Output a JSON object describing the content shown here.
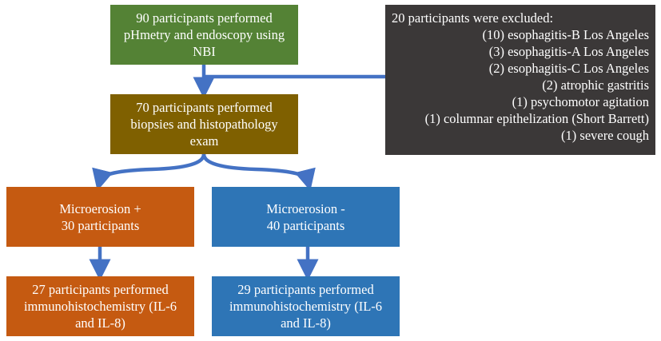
{
  "start": {
    "lines": [
      "90 participants performed",
      "pHmetry and endoscopy using",
      "NBI"
    ]
  },
  "biopsy": {
    "lines": [
      "70 participants performed",
      "biopsies and histopathology",
      "exam"
    ]
  },
  "excluded": {
    "title": "20 participants were excluded:",
    "items": [
      "(10) esophagitis-B Los Angeles",
      "(3) esophagitis-A Los Angeles",
      "(2) esophagitis-C Los Angeles",
      "(2) atrophic gastritis",
      "(1) psychomotor agitation",
      "(1) columnar epithelization (Short Barrett)",
      "(1) severe cough"
    ]
  },
  "positive": {
    "lines": [
      "Microerosion +",
      "30 participants"
    ]
  },
  "negative": {
    "lines": [
      "Microerosion -",
      "40 participants"
    ]
  },
  "positive_ihc": {
    "lines": [
      "27 participants performed",
      "immunohistochemistry (IL-6",
      "and IL-8)"
    ]
  },
  "negative_ihc": {
    "lines": [
      "29 participants performed",
      "immunohistochemistry (IL-6",
      "and IL-8)"
    ]
  },
  "colors": {
    "start": "#548235",
    "biopsy": "#7f6000",
    "positive": "#c55a11",
    "negative": "#2e75b6",
    "excluded": "#3b3838",
    "connector": "#4472c4"
  }
}
